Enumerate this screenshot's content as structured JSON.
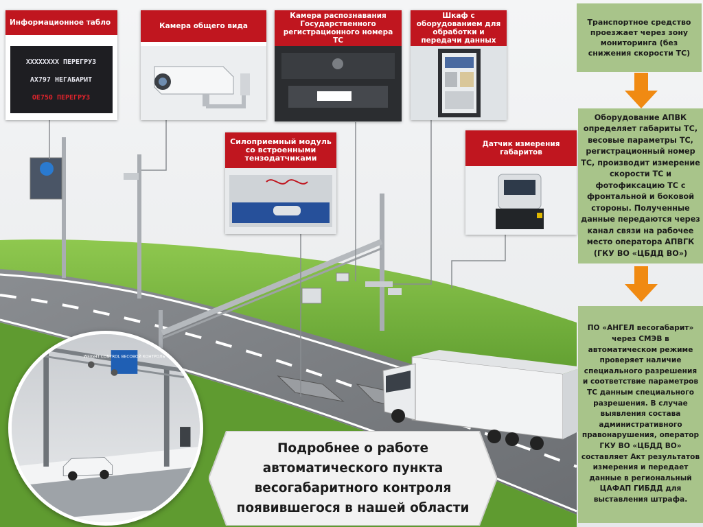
{
  "cards": {
    "info_board": "Информационное табло",
    "overview_camera": "Камера общего вида",
    "anpr_camera": "Камера распознавания Государственного регистрационного номера ТС",
    "equipment_cabinet": "Шкаф с оборудованием для обработки и передачи данных",
    "wim_module": "Силоприемный модуль со встроенными тензодатчиками",
    "dimension_sensor": "Датчик измерения габаритов"
  },
  "info_board_display": {
    "line1": "ХХХХХХХХ ПЕРЕГРУЗ",
    "line2": "АХ797 НЕГАБАРИТ",
    "line3": "ОЕ750 ПЕРЕГРУЗ",
    "line1_color": "#e8e8f0",
    "line2_color": "#e8e8f0",
    "line3_color": "#e0242c"
  },
  "photo_sign": "WEIGHT CONTROL ВЕСОВОЙ КОНТРОЛЬ",
  "flow": {
    "step1": "Транспортное средство проезжает через зону мониторинга (без снижения скорости ТС)",
    "step2": "Оборудование АПВК определяет габариты ТС, весовые параметры ТС, регистрационный номер ТС, производит измерение скорости ТС и фотофиксацию ТС с фронтальной и боковой стороны. Полученные данные передаются через канал связи на рабочее место оператора АПВГК (ГКУ ВО «ЦБДД ВО»)",
    "step3": "ПО «АНГЕЛ весогабарит» через СМЭВ в автоматическом режиме проверяет наличие специального разрешения и соответствие параметров ТС данным специального разрешения. В случае выявления состава административного правонарушения, оператор ГКУ ВО «ЦБДД ВО» составляет Акт результатов измерения и передает данные в региональный ЦАФАП ГИБДД для выставления штрафа."
  },
  "banner": {
    "text": "Подробнее о работе автоматического пункта весогабаритного контроля появившегося в нашей области"
  },
  "colors": {
    "card_header": "#c0161f",
    "flow_box": "#a8c48a",
    "arrow": "#f08a12",
    "grass": "#6fae3a",
    "road": "#7d8084"
  }
}
